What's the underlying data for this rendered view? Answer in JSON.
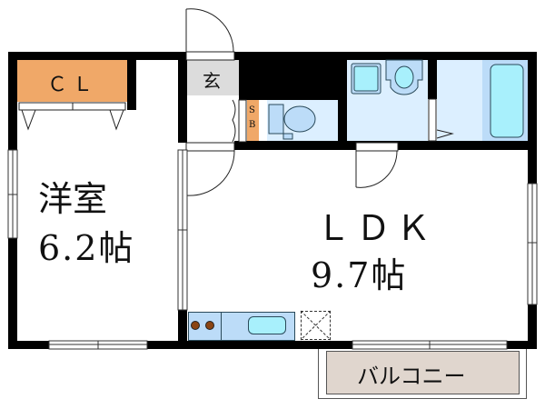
{
  "floorplan": {
    "rooms": {
      "closet": {
        "label": "ＣＬ",
        "color": "#f0a868"
      },
      "western_room": {
        "name": "洋室",
        "size": "6.2帖"
      },
      "entrance": {
        "label": "玄",
        "color": "#dcdcdc"
      },
      "shoe_box": {
        "label_top": "S",
        "label_bottom": "B",
        "color": "#f0a868"
      },
      "ldk": {
        "name": "ＬＤＫ",
        "size": "9.7帖"
      },
      "balcony": {
        "label": "バルコニー",
        "color": "#e0d6ce"
      },
      "toilet": {
        "color": "#dcefff"
      },
      "washroom": {
        "color": "#dcefff"
      },
      "bathroom": {
        "color": "#dcefff"
      }
    },
    "colors": {
      "wall": "#000000",
      "fixture_fill": "#a8e8f8",
      "fixture_base": "#bcdcf8",
      "fixture_stroke": "#2a4a5a",
      "stove_burner": "#8b4513"
    }
  }
}
